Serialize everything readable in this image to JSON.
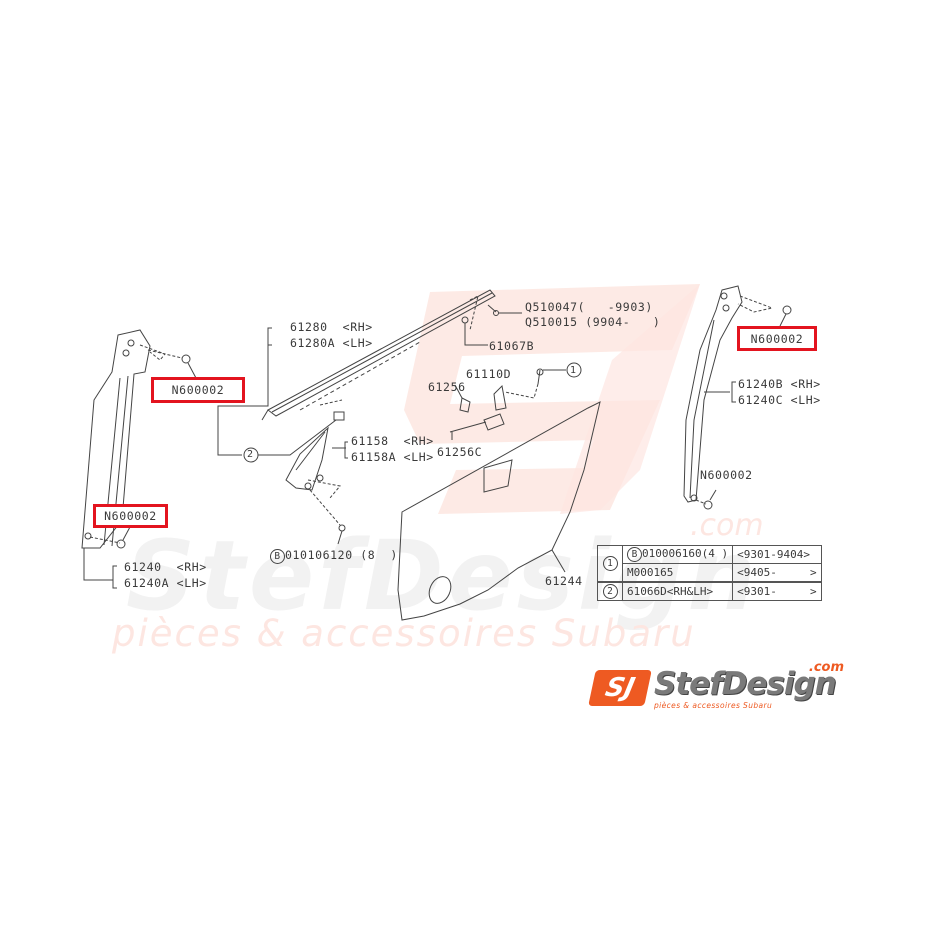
{
  "watermark": {
    "brand": "StefDesign",
    "com": ".com",
    "tagline": "pièces & accessoires Subaru",
    "monogram": "SJ",
    "colors": {
      "light_gray": "#f2f2f2",
      "light_orange": "#fde6e1"
    }
  },
  "highlights": {
    "color": "#e3141f",
    "items": [
      {
        "id": "hl-left-top",
        "text": "N600002"
      },
      {
        "id": "hl-left-bottom",
        "text": "N600002"
      },
      {
        "id": "hl-right-top",
        "text": "N600002"
      }
    ]
  },
  "labels": {
    "left_sash_rh": "61240  <RH>",
    "left_sash_lh": "61240A <LH>",
    "weatherstrip_rh": "61280  <RH>",
    "weatherstrip_lh": "61280A <LH>",
    "circle_2": "2",
    "sash_front_rh": "61158  <RH>",
    "sash_front_lh": "61158A <LH>",
    "bolt_b": "B",
    "bolt_b_part": "010106120 (8  )",
    "q510047": "Q510047(   -9903)",
    "q510015": "Q510015 (9904-   )",
    "p61067b": "61067B",
    "p61110d": "61110D",
    "p61256": "61256",
    "p61256c": "61256C",
    "circle_1": "1",
    "p61244": "61244",
    "right_sash_rh": "61240B <RH>",
    "right_sash_lh": "61240C <LH>",
    "right_bottom_nut": "N600002"
  },
  "legend_table": {
    "rows": [
      {
        "ref": "1",
        "part_prefix": "B",
        "part": "010006160(4 )",
        "period": "<9301-9404>"
      },
      {
        "ref": "",
        "part_prefix": "",
        "part": "M000165",
        "period": "<9405-     >"
      },
      {
        "ref": "2",
        "part_prefix": "",
        "part": "61066D<RH&LH>",
        "period": "<9301-     >"
      }
    ]
  },
  "logo": {
    "monogram": "SJ",
    "name": "StefDesign",
    "com": ".com",
    "tagline": "pièces & accessoires Subaru",
    "accent": "#ee5a22"
  }
}
